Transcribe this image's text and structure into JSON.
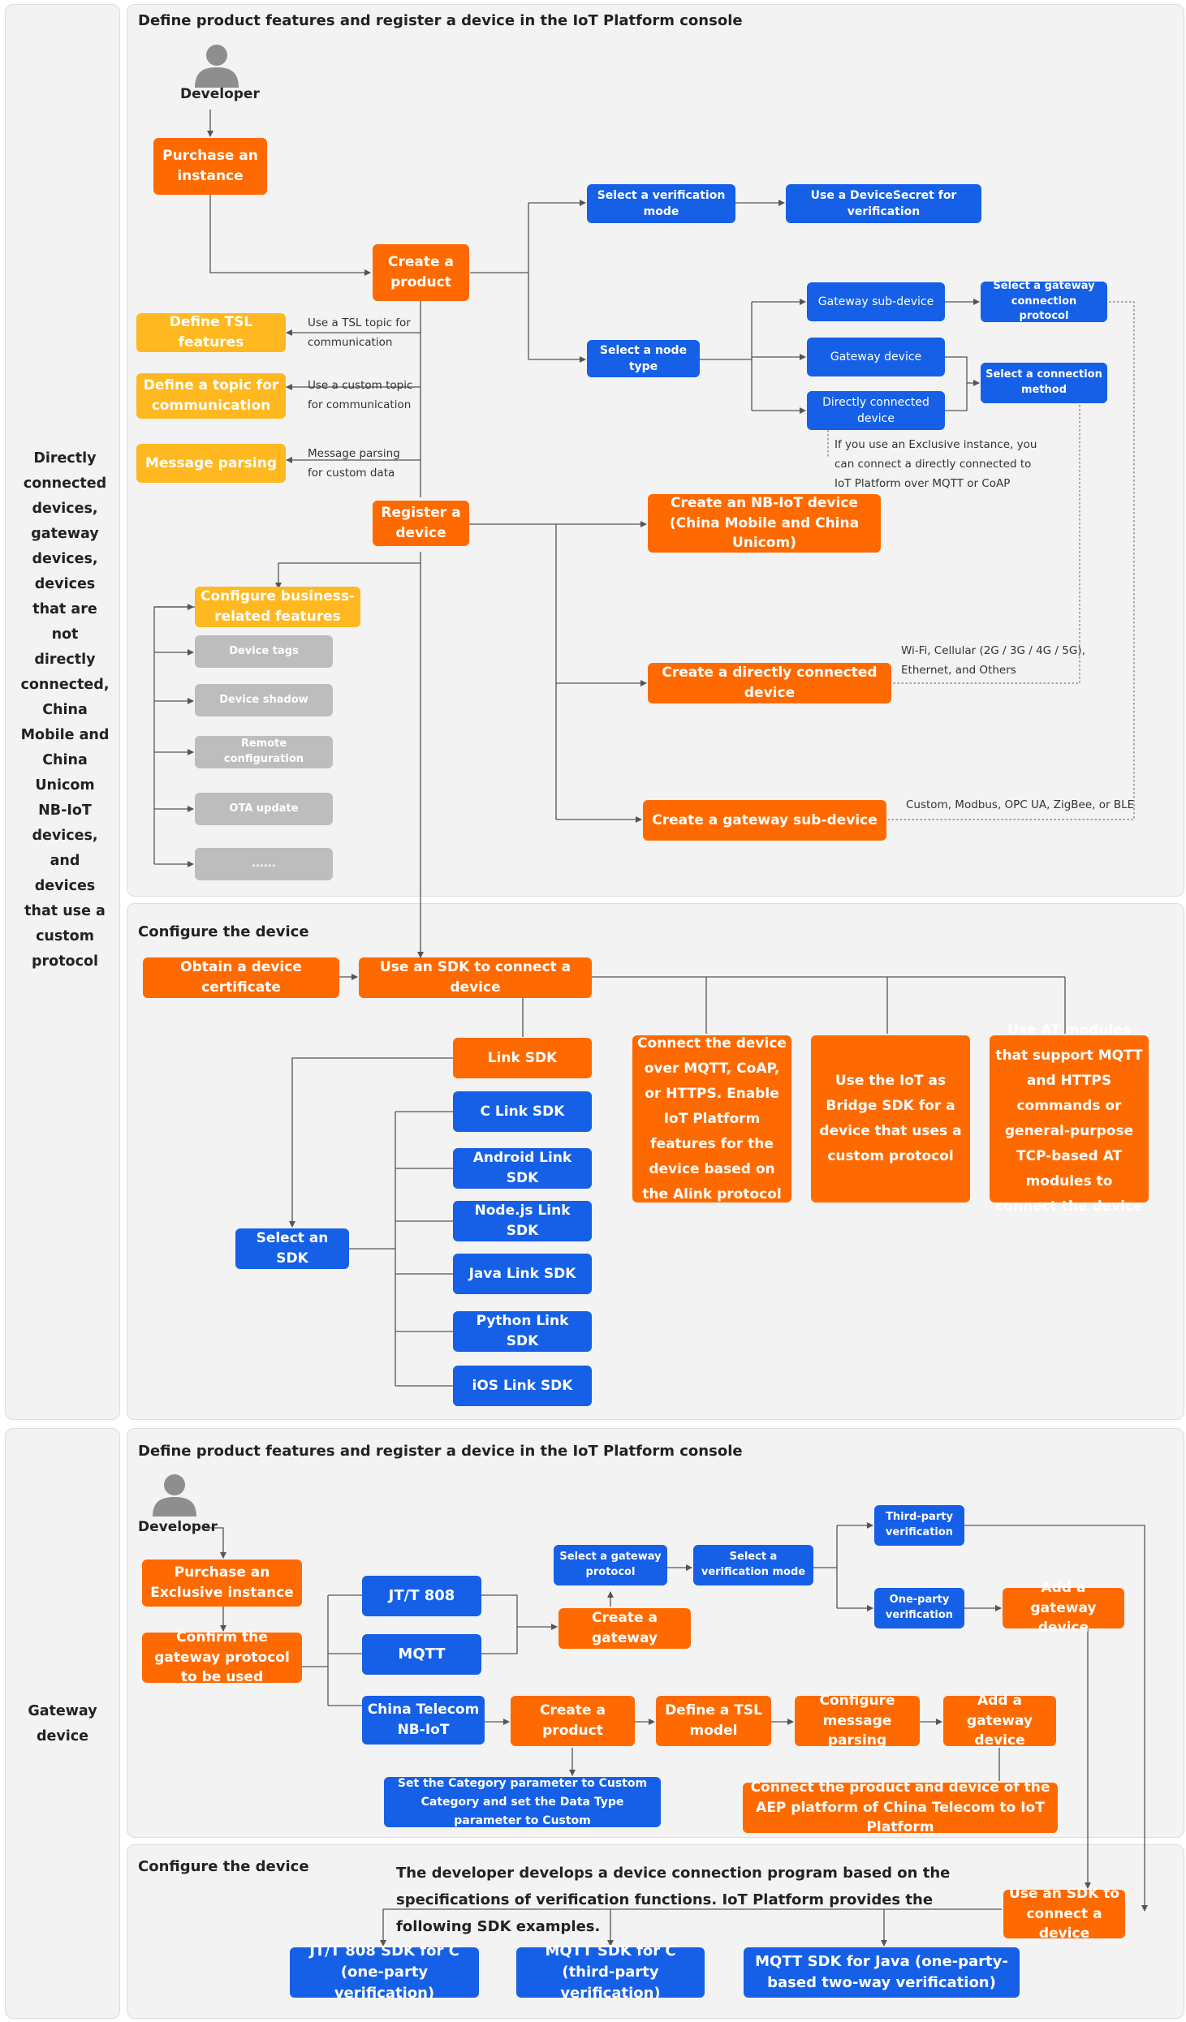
{
  "side_labels": {
    "top": "Directly connected devices, gateway devices, devices that are not directly connected, China Mobile and China Unicom NB-IoT devices, and devices that use a custom protocol",
    "bottom": "Gateway device"
  },
  "sections": {
    "s1_title": "Define product features and register a device in the IoT Platform console",
    "s2_title": "Configure the device",
    "s3_title": "Define product features and register a device in the IoT Platform console",
    "s4_title": "Configure the device"
  },
  "s1": {
    "developer": "Developer",
    "purchase": "Purchase an instance",
    "create_product": "Create a product",
    "verif_mode": "Select a verification mode",
    "devicesecret": "Use a DeviceSecret for verification",
    "node_type": "Select a node type",
    "gw_subdevice": "Gateway sub-device",
    "gw_device": "Gateway device",
    "direct_device": "Directly connected device",
    "gw_conn_protocol": "Select a gateway connection protocol",
    "conn_method": "Select a connection method",
    "exclusive_note": "If you use an Exclusive instance, you can connect a directly connected to IoT Platform over MQTT or CoAP",
    "tsl_features": "Define TSL features",
    "tsl_topic_label": "Use a TSL topic for communication",
    "custom_topic": "Define a topic for communication",
    "custom_topic_label": "Use a custom topic for communication",
    "msg_parsing": "Message parsing",
    "msg_parsing_label": "Message parsing for custom data",
    "register": "Register a device",
    "nbiot": "Create an NB-IoT device (China Mobile and China Unicom)",
    "config_business": "Configure business-related features",
    "device_tags": "Device tags",
    "device_shadow": "Device shadow",
    "remote_config": "Remote configuration",
    "ota": "OTA update",
    "ellipsis": "......",
    "create_direct": "Create a directly connected device",
    "wifi_label": "Wi-Fi, Cellular (2G / 3G / 4G / 5G), Ethernet, and Others",
    "create_gw_sub": "Create a gateway sub-device",
    "custom_label": "Custom, Modbus, OPC UA, ZigBee, or BLE"
  },
  "s2": {
    "obtain_cert": "Obtain a device certificate",
    "use_sdk": "Use an SDK to connect a device",
    "link_sdk": "Link SDK",
    "mqtt_box": "Connect the device over MQTT, CoAP, or HTTPS. Enable IoT Platform features for the device based on the Alink protocol",
    "bridge_box": "Use the IoT as Bridge SDK for a device that uses a custom protocol",
    "at_box": "Use AT modules that support MQTT and HTTPS commands or general-purpose TCP-based AT modules to connect the device",
    "select_sdk": "Select an SDK",
    "c_link": "C Link SDK",
    "android_link": "Android Link SDK",
    "node_link": "Node.js Link SDK",
    "java_link": "Java Link SDK",
    "python_link": "Python Link SDK",
    "ios_link": "iOS Link SDK"
  },
  "s3": {
    "developer": "Developer",
    "purchase_excl": "Purchase an Exclusive instance",
    "confirm_protocol": "Confirm the gateway protocol to be used",
    "jt808": "JT/T 808",
    "mqtt": "MQTT",
    "ct_nbiot": "China Telecom NB-IoT",
    "select_gw_protocol": "Select a gateway protocol",
    "create_gateway": "Create a gateway",
    "select_verif_mode": "Select a verification mode",
    "third_party": "Third-party verification",
    "one_party": "One-party verification",
    "add_gw_device_1": "Add a gateway device",
    "create_product": "Create a product",
    "define_tsl": "Define a TSL model",
    "config_msg": "Configure message parsing",
    "add_gw_device_2": "Add a gateway device",
    "set_category": "Set the Category parameter to Custom Category and set the Data Type parameter to Custom",
    "connect_aep": "Connect the product and device of the AEP platform of China Telecom to IoT Platform"
  },
  "s4": {
    "description": "The developer develops a device connection program based on the specifications of verification functions. IoT Platform provides the following SDK examples.",
    "use_sdk": "Use an SDK to connect a device",
    "jt808_sdk": "JT/T 808 SDK for C (one-party verification)",
    "mqtt_c_sdk": "MQTT SDK for C (third-party verification)",
    "mqtt_java_sdk": "MQTT SDK for Java (one-party-based two-way verification)"
  },
  "colors": {
    "orange": "#ff6a00",
    "blue": "#1560e6",
    "yellow": "#ffb81f",
    "gray": "#bdbdbd",
    "panel": "#f3f3f3"
  }
}
